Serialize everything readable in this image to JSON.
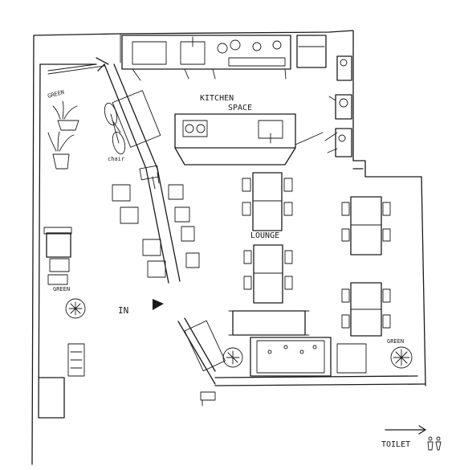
{
  "labels": {
    "kitchen_line1": "KITCHEN",
    "kitchen_line2": "SPACE",
    "lounge": "LOUNGE",
    "entrance": "IN",
    "toilet": "TOILET",
    "green_top": "GREEN",
    "green_left": "GREEN",
    "green_right": "GREEN",
    "chair": "chair"
  },
  "icons": {
    "entrance": "triangle-arrow-icon",
    "toilet_direction": "arrow-right-icon",
    "toilet_people": "restroom-people-icon"
  }
}
